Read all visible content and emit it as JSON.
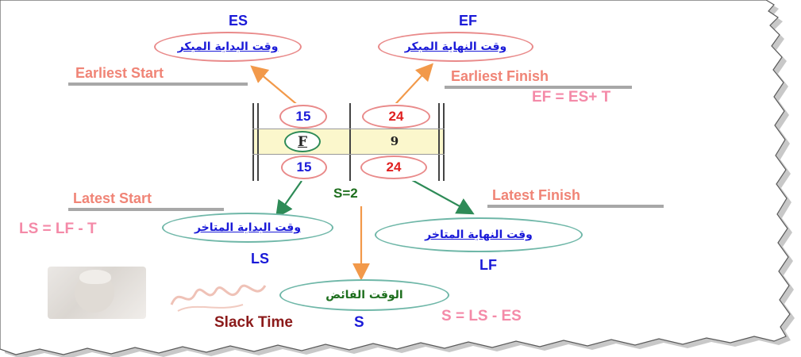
{
  "es": {
    "abbr": "ES",
    "arabic": "وقت البداية المبكر",
    "english": "Earliest Start"
  },
  "ef": {
    "abbr": "EF",
    "arabic": "وقت النهاية المبكر",
    "english": "Earliest Finish",
    "formula": "EF = ES+ T"
  },
  "ls": {
    "abbr": "LS",
    "arabic": "وقت البداية المتاخر",
    "english": "Latest Start",
    "formula": "LS = LF - T"
  },
  "lf": {
    "abbr": "LF",
    "arabic": "وقت النهاية المتاخر",
    "english": "Latest Finish"
  },
  "activity": {
    "es_value": "15",
    "ef_value": "24",
    "name": "F",
    "duration": "9",
    "ls_value": "15",
    "lf_value": "24",
    "slack": "S=2"
  },
  "slack": {
    "arabic": "الوقت الفائض",
    "english": "Slack Time",
    "abbr": "S",
    "formula": "S = LS - ES"
  },
  "colors": {
    "blue": "#1a1ad8",
    "pink": "#f48aa8",
    "salmon": "#f08476",
    "orange_arrow": "#f2994a",
    "green_arrow": "#2e8b57",
    "table_fill": "#fbf7cc",
    "maroon": "#8b1a1a"
  }
}
